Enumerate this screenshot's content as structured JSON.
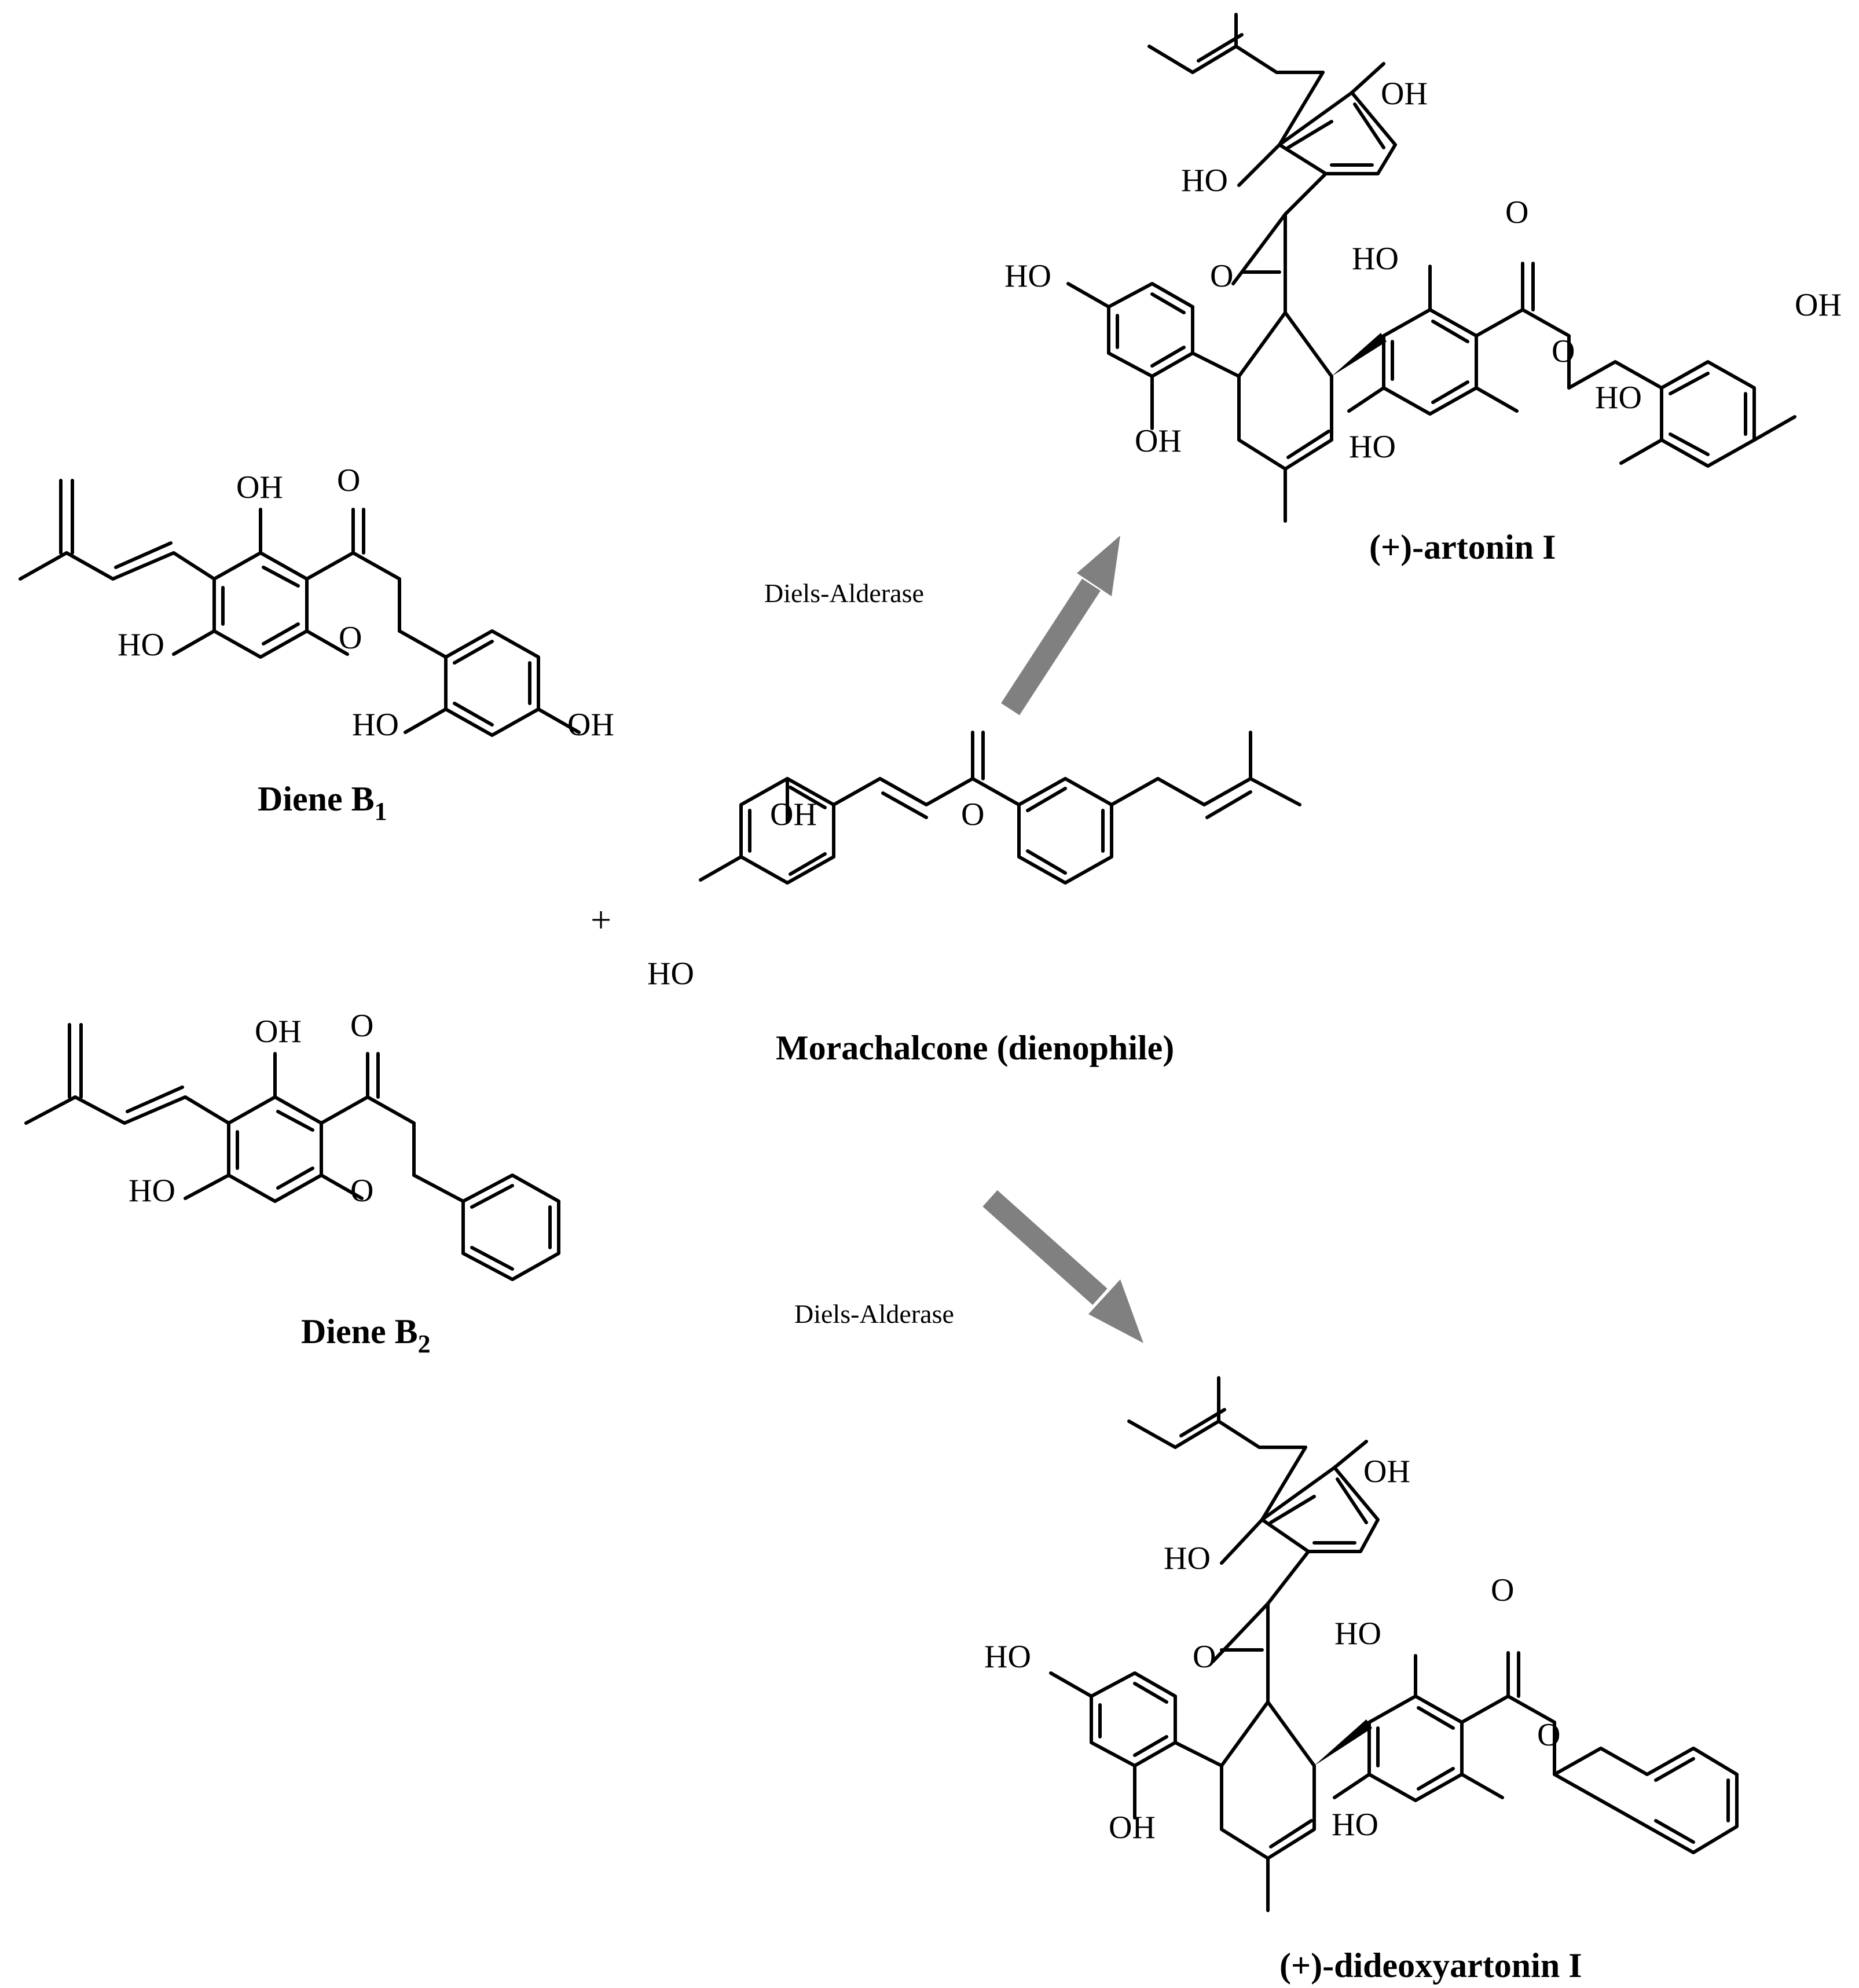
{
  "reactants": {
    "diene_b1": {
      "name": "Diene B",
      "subscript": "1"
    },
    "diene_b2": {
      "name": "Diene B",
      "subscript": "2"
    },
    "dienophile": {
      "name": "Morachalcone (dienophile)"
    },
    "plus": "+"
  },
  "enzyme": {
    "upper": "Diels-Alderase",
    "lower": "Diels-Alderase"
  },
  "products": {
    "product1": "(+)-artonin I",
    "product2": "(+)-dideoxyartonin I"
  },
  "atoms": {
    "oh": "OH",
    "ho": "HO",
    "o": "O"
  },
  "colors": {
    "arrow": "#808080",
    "ink": "#000000"
  }
}
